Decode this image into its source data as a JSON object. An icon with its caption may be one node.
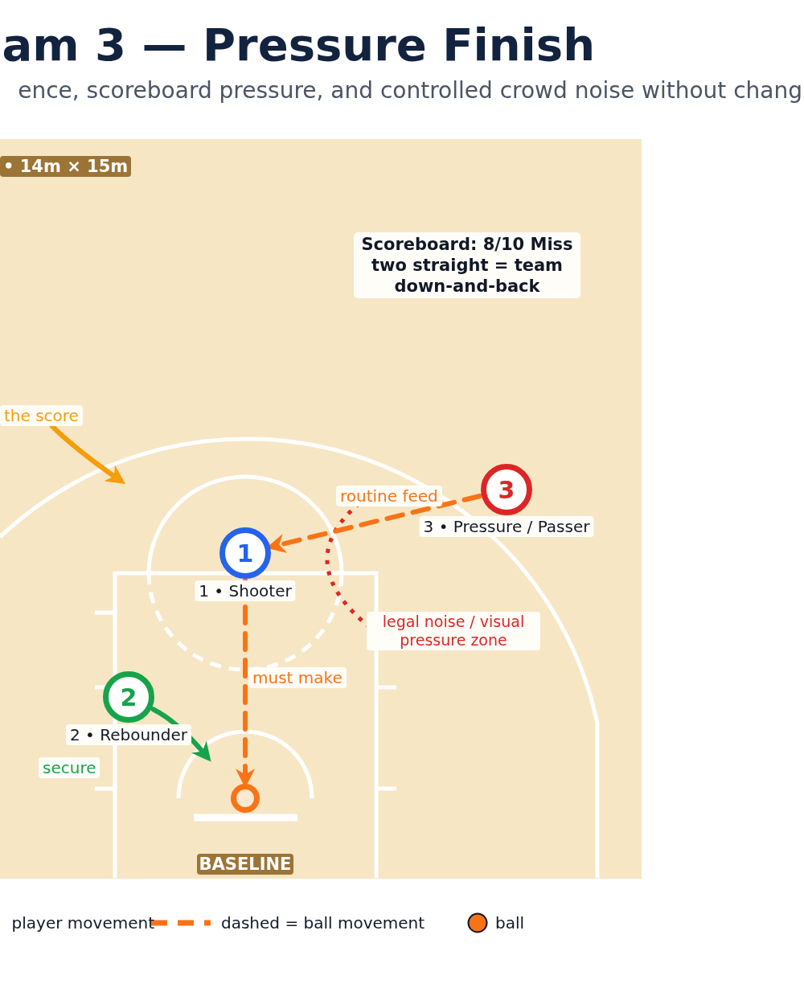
{
  "diagram": {
    "title": "am 3 — Pressure Finish",
    "nodes": [
      {
        "text": [
          "Scoreboard: 8/10 Miss two straight = team down-and-back"
        ]
      },
      {
        "text": [
          "the score"
        ]
      },
      {
        "text": [
          "1"
        ],
        "beside": [
          "1 • Shooter"
        ]
      },
      {
        "text": [
          "3"
        ],
        "beside": [
          "3 • Pressure / Passer"
        ]
      },
      {
        "text": [
          "2"
        ],
        "beside": [
          "2 • Rebounder"
        ]
      },
      {
        "text": [],
        "shape": "circle"
      }
    ],
    "edges": [
      {
        "from": 1,
        "to": null,
        "arrow": "to",
        "color": "#f59e0b"
      },
      {
        "from": 3,
        "to": 2,
        "arrow": "to",
        "label": "routine feed",
        "style": "dashed",
        "color": "#f97316"
      },
      {
        "from": 2,
        "to": 5,
        "arrow": "to",
        "label": "must make",
        "style": "dashed",
        "color": "#f97316"
      },
      {
        "from": 4,
        "to": null,
        "arrow": "to",
        "label": "secure",
        "color": "#16a34a"
      }
    ],
    "labels": [
      "ence, scoreboard pressure, and controlled crowd noise without chang",
      "• 14m × 15m",
      "legal noise / visual pressure zone",
      "BASELINE"
    ],
    "legend": [
      {
        "text": "player movement"
      },
      {
        "text": "dashed = ball movement"
      },
      {
        "text": "ball",
        "color": "#f97316"
      }
    ]
  }
}
